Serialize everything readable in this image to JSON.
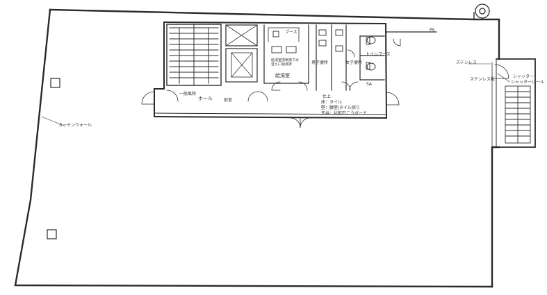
{
  "labels": {
    "hall": "ホール",
    "curtain_wall": "カーテンウォール",
    "elevator_hall_sign": "一般風除",
    "front_room": "前室",
    "water_heater_note": "給湯室換気扇で水替えに給湯排",
    "pantry": "給湯室",
    "mens_restroom": "男子便所",
    "womens_restroom": "女子便所",
    "booth": "ブース",
    "toilet_booth": "トイレブース",
    "ps": "PS",
    "stainless_steel": "ステンレス",
    "stainless_note": "ステンレス板",
    "rolling_shutter": "シャッター",
    "shutter_note": "シャッターレール",
    "finish_notes": [
      "床：タイル",
      "壁：腰壁/タイル張り",
      "天井：化粧石こうボード"
    ],
    "finish_header": "仕上",
    "sa": "SA"
  }
}
